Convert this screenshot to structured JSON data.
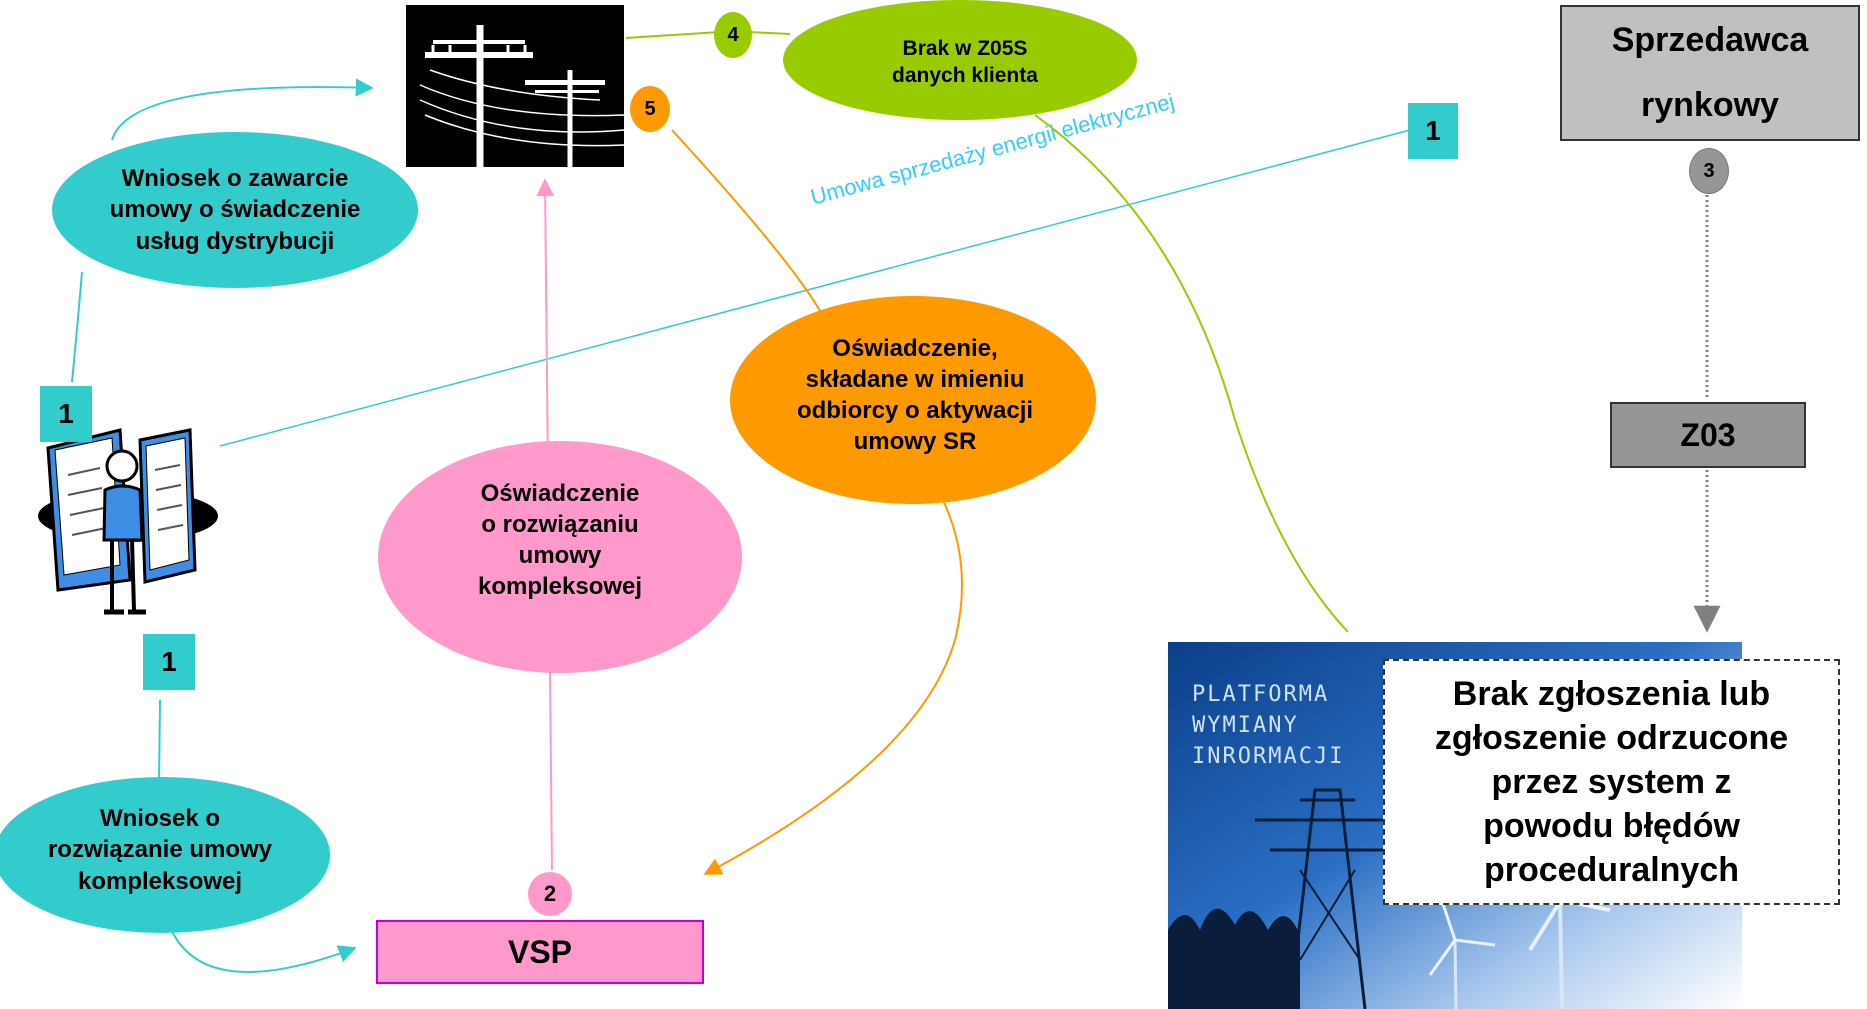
{
  "colors": {
    "teal": "#33CCCC",
    "pink": "#FF99CC",
    "orange": "#FF9900",
    "green": "#99CC00",
    "grey": "#C0C0C0",
    "darkgrey": "#969696",
    "vsp_border": "#CC00CC",
    "contract_text": "#33CCFF"
  },
  "nodes": {
    "wniosek_dist": "Wniosek o zawarcie\numowy o świadczenie\nusług dystrybucji",
    "wniosek_rozw": "Wniosek o\nrozwiązanie umowy\nkompleksowej",
    "osw_rozw": "Oświadczenie\no rozwiązaniu\numowy\nkompleksowej",
    "osw_aktyw": "Oświadczenie,\nskładane w imieniu\nodbiorcy o aktywacji\numowy SR",
    "brak_z05s": "Brak w Z05S\ndanych klienta",
    "vsp": "VSP",
    "sprzedawca": "Sprzedawca\nrynkowy",
    "z03": "Z03",
    "brak_zgloszenia": "Brak zgłoszenia lub\nzgłoszenie odrzucone\nprzez system z\npowodu błędów\nproceduralnych",
    "contract_label": "Umowa sprzedaży energii elektrycznej"
  },
  "badges": {
    "b1_top_right": "1",
    "b1_left": "1",
    "b1_bottom": "1",
    "b2": "2",
    "b3": "3",
    "b4": "4",
    "b5": "5"
  },
  "platform": {
    "line1": "PLATFORMA",
    "line2": "WYMIANY",
    "line3": "INRORMACJI"
  },
  "icons": {
    "power_lines": "power-lines-icon",
    "person_contracts": "person-with-contracts-icon",
    "platform_image": "power-pylon-wind-turbine-image"
  }
}
